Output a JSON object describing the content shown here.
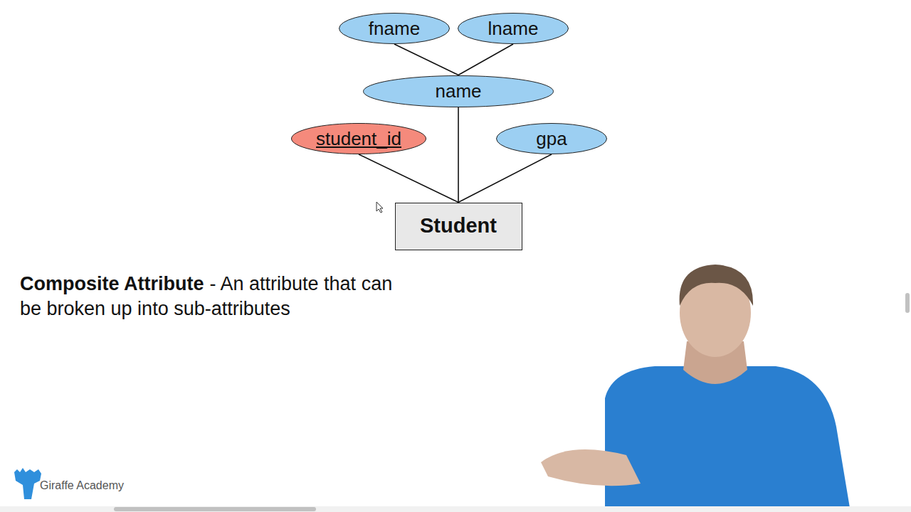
{
  "diagram": {
    "nodes": [
      {
        "text": [
          "fname"
        ]
      },
      {
        "text": [
          "lname"
        ]
      },
      {
        "text": [
          "name"
        ]
      },
      {
        "text": [
          "student_id"
        ]
      },
      {
        "text": [
          "gpa"
        ]
      },
      {
        "text": [
          "Student"
        ]
      }
    ],
    "edges": [
      {
        "from": 0,
        "to": 2,
        "arrow": "none"
      },
      {
        "from": 1,
        "to": 2,
        "arrow": "none"
      },
      {
        "from": 3,
        "to": 5,
        "arrow": "none"
      },
      {
        "from": 2,
        "to": 5,
        "arrow": "none"
      },
      {
        "from": 4,
        "to": 5,
        "arrow": "none"
      }
    ],
    "labels": [
      "Composite Attribute",
      "- An attribute that can be broken up into sub-attributes",
      "Giraffe Academy"
    ]
  }
}
